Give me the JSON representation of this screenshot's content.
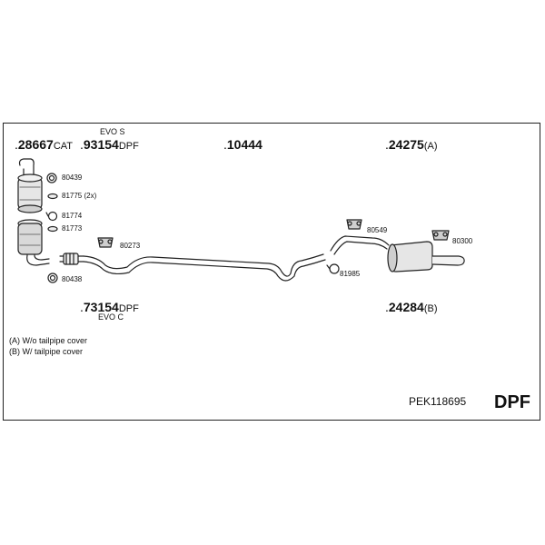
{
  "parts": {
    "cat": {
      "dot": ".",
      "number": "28667",
      "suffix": "CAT"
    },
    "dpf_s": {
      "dot": ".",
      "number": "93154",
      "suffix": "DPF",
      "variant": "EVO S"
    },
    "mid": {
      "dot": ".",
      "number": "10444"
    },
    "rear_a": {
      "dot": ".",
      "number": "24275",
      "suffix": "(A)"
    },
    "dpf_c": {
      "dot": ".",
      "number": "73154",
      "suffix": "DPF",
      "variant": "EVO C"
    },
    "rear_b": {
      "dot": ".",
      "number": "24284",
      "suffix": "(B)"
    }
  },
  "small_parts": {
    "p80439": "80439",
    "p81775": "81775 (2x)",
    "p81774": "81774",
    "p81773": "81773",
    "p80438": "80438",
    "p80273": "80273",
    "p80549": "80549",
    "p81985": "81985",
    "p80300": "80300"
  },
  "notes": {
    "a": "(A) W/o tailpipe cover",
    "b": "(B) W/ tailpipe cover"
  },
  "footer": {
    "ref": "PEK118695",
    "type": "DPF"
  }
}
